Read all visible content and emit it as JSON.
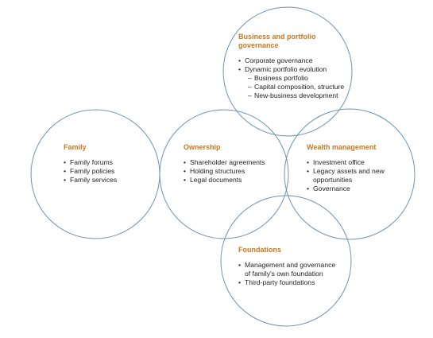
{
  "colors": {
    "circle_stroke": "#6f93b3",
    "title": "#c9781f",
    "text": "#222222"
  },
  "circles": {
    "family": {
      "title": "Family",
      "items": [
        {
          "kind": "bullet",
          "text": "Family forums"
        },
        {
          "kind": "bullet",
          "text": "Family policies"
        },
        {
          "kind": "bullet",
          "text": "Family services"
        }
      ]
    },
    "ownership": {
      "title": "Ownership",
      "items": [
        {
          "kind": "bullet",
          "text": "Shareholder agreements"
        },
        {
          "kind": "bullet",
          "text": "Holding structures"
        },
        {
          "kind": "bullet",
          "text": "Legal documents"
        }
      ]
    },
    "business": {
      "title_lines": [
        "Business and portfolio",
        "governance"
      ],
      "items": [
        {
          "kind": "bullet",
          "text": "Corporate governance"
        },
        {
          "kind": "bullet",
          "text": "Dynamic portfolio evolution"
        },
        {
          "kind": "sub",
          "text": "Business portfolio"
        },
        {
          "kind": "sub",
          "text": "Capital composition, structure"
        },
        {
          "kind": "sub",
          "text": "New-business development"
        }
      ]
    },
    "wealth": {
      "title": "Wealth management",
      "items": [
        {
          "kind": "bullet",
          "text": "Investment office"
        },
        {
          "kind": "bullet",
          "text": "Legacy assets and new"
        },
        {
          "kind": "cont",
          "text": "opportunities"
        },
        {
          "kind": "bullet",
          "text": "Governance"
        }
      ]
    },
    "foundations": {
      "title": "Foundations",
      "items": [
        {
          "kind": "bullet",
          "text": "Management and governance"
        },
        {
          "kind": "cont",
          "text": "of family's own foundation"
        },
        {
          "kind": "bullet",
          "text": "Third-party foundations"
        }
      ]
    }
  }
}
